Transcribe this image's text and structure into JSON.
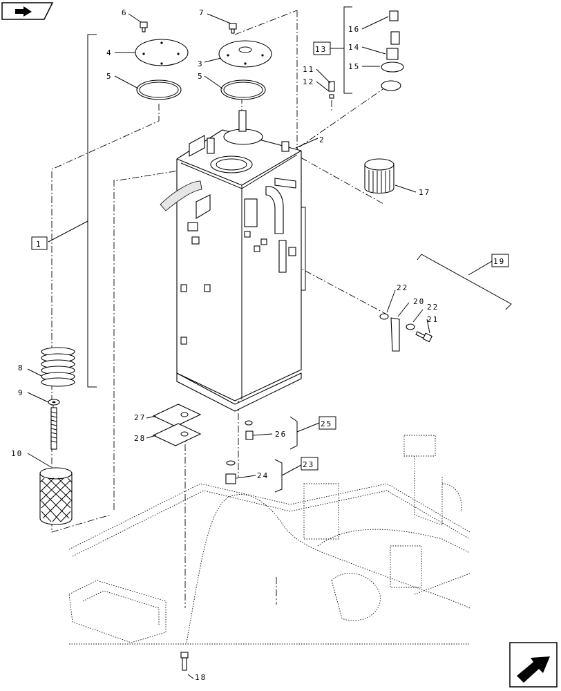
{
  "callouts": {
    "c1": "1",
    "c2": "2",
    "c3": "3",
    "c4": "4",
    "c5a": "5",
    "c5b": "5",
    "c6": "6",
    "c7": "7",
    "c8": "8",
    "c9": "9",
    "c10": "10",
    "c11": "11",
    "c12": "12",
    "c13": "13",
    "c14": "14",
    "c15": "15",
    "c16": "16",
    "c17": "17",
    "c18": "18",
    "c19": "19",
    "c20": "20",
    "c21": "21",
    "c22a": "22",
    "c22b": "22",
    "c23": "23",
    "c24": "24",
    "c25": "25",
    "c26": "26",
    "c27": "27",
    "c28": "28"
  },
  "icons": {
    "top_left": "page-nav-icon",
    "bottom_right": "next-page-arrow-icon"
  },
  "colors": {
    "line": "#000000",
    "background": "#ffffff"
  }
}
